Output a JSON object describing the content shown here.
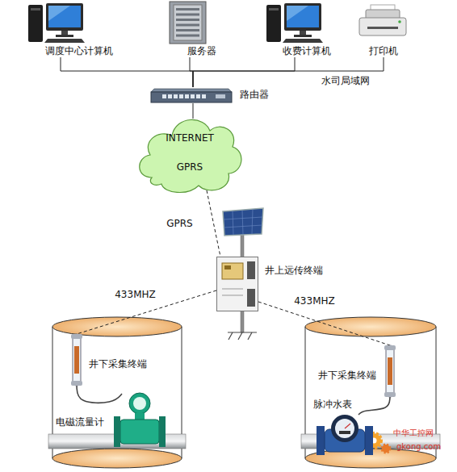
{
  "diagram": {
    "nodes": [
      {
        "text": [
          "调度中心计算机"
        ]
      },
      {
        "text": [
          "服务器"
        ]
      },
      {
        "text": [
          "收费计算机"
        ]
      },
      {
        "text": [
          "打印机"
        ]
      },
      {
        "text": [
          "路由器"
        ]
      },
      {
        "text": [
          "INTERNET",
          "GPRS"
        ]
      },
      {
        "text": [
          "井上远传终端"
        ]
      },
      {
        "text": [
          "井下采集终端"
        ]
      },
      {
        "text": [
          "电磁流量计"
        ]
      },
      {
        "text": [
          "井下采集终端"
        ]
      },
      {
        "text": [
          "脉冲水表"
        ]
      }
    ],
    "edges": [
      {
        "from": 0,
        "to": 4,
        "arrow": "none"
      },
      {
        "from": 1,
        "to": 4,
        "arrow": "none"
      },
      {
        "from": 2,
        "to": 4,
        "arrow": "none"
      },
      {
        "from": 3,
        "to": 4,
        "arrow": "none"
      },
      {
        "from": 4,
        "to": 5,
        "arrow": "none"
      },
      {
        "from": 5,
        "to": 6,
        "label": "GPRS",
        "arrow": "none"
      },
      {
        "from": 6,
        "to": 7,
        "label": "433MHZ",
        "arrow": "none"
      },
      {
        "from": 6,
        "to": 9,
        "label": "433MHZ",
        "arrow": "none"
      },
      {
        "from": 7,
        "to": 8,
        "arrow": "none"
      },
      {
        "from": 9,
        "to": 10,
        "arrow": "none"
      }
    ],
    "labels": [
      "水司局域网",
      "中华工控网",
      "gkong.com"
    ]
  }
}
